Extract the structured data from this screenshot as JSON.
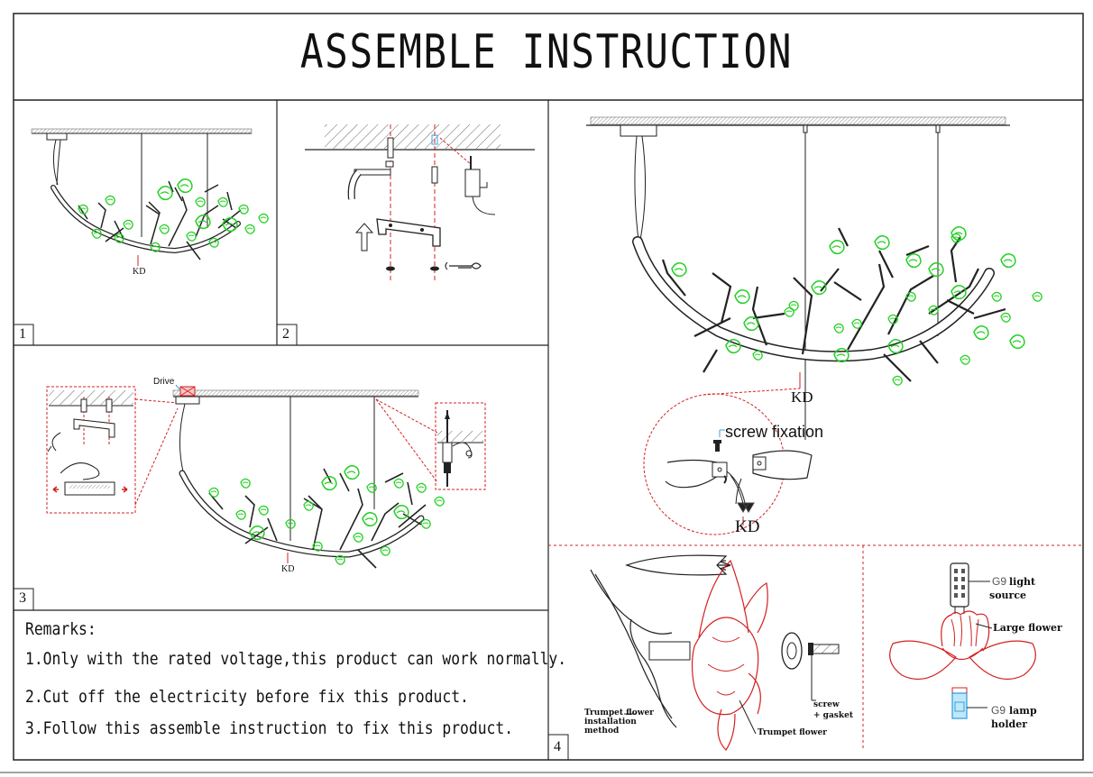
{
  "title": "ASSEMBLE INSTRUCTION",
  "panels": {
    "p1": {
      "number": "1",
      "kd_label": "KD"
    },
    "p2": {
      "number": "2"
    },
    "p3": {
      "number": "3",
      "drive_label": "Drive",
      "kd_label": "KD"
    },
    "p4": {
      "kd_label": "KD",
      "screw_fixation": "screw fixation",
      "kd_detail_label": "KD",
      "number": "4"
    },
    "p4b": {
      "trumpet_method": [
        "Trumpet flower",
        "installation",
        "method"
      ],
      "trumpet_flower": "Trumpet flower",
      "screw_gasket": [
        "screw",
        "+ gasket"
      ]
    },
    "p4c": {
      "g9_light": "G9",
      "light_source": [
        "light",
        "source"
      ],
      "large_flower": "Large flower",
      "g9_lamp": "G9",
      "lamp_holder": [
        "lamp",
        "holder"
      ]
    }
  },
  "remarks": {
    "heading": "Remarks:",
    "items": [
      "1.Only with the rated voltage,this product can work normally.",
      "2.Cut off the electricity before fix this product.",
      "3.Follow this assemble instruction to fix this product."
    ]
  },
  "colors": {
    "line": "#222222",
    "accent_red": "#d42020",
    "leaf_green": "#22d022",
    "blue": "#3aa0e0"
  }
}
